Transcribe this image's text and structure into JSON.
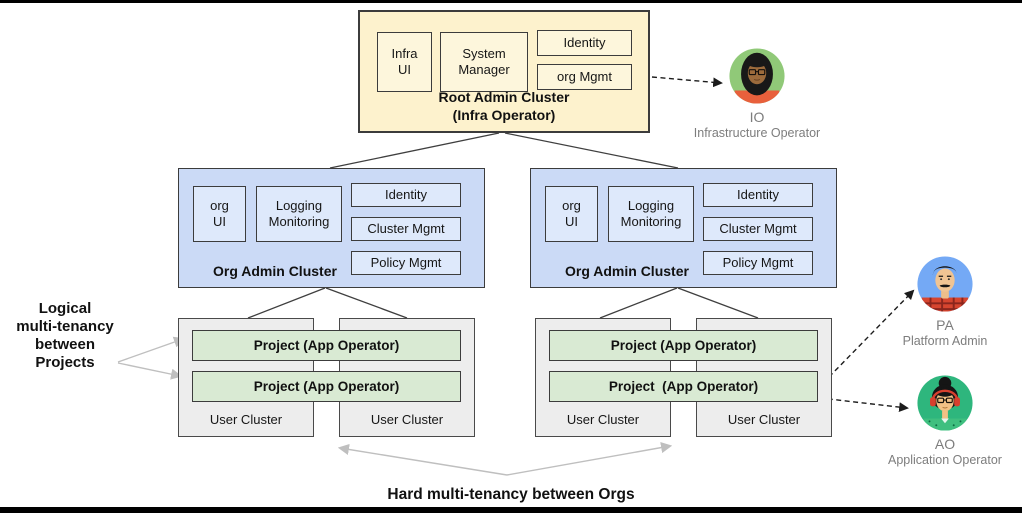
{
  "root_cluster": {
    "title": "Root Admin Cluster\n(Infra Operator)",
    "components": {
      "infra_ui": "Infra\nUI",
      "system_manager": "System\nManager",
      "identity": "Identity",
      "org_mgmt": "org Mgmt"
    }
  },
  "org_clusters": {
    "title": "Org Admin Cluster",
    "components": {
      "org_ui": "org\nUI",
      "logging_monitoring": "Logging\nMonitoring",
      "identity": "Identity",
      "cluster_mgmt": "Cluster Mgmt",
      "policy_mgmt": "Policy Mgmt"
    }
  },
  "user_clusters": {
    "label": "User Cluster",
    "project_label": "Project (App Operator)",
    "project_label_alt": "Project  (App Operator)"
  },
  "annotations": {
    "left_label": "Logical\nmulti-tenancy\nbetween\nProjects",
    "bottom_label": "Hard multi-tenancy between Orgs"
  },
  "personas": {
    "io": {
      "abbr": "IO",
      "role": "Infrastructure Operator",
      "circle_color": "#90c978"
    },
    "pa": {
      "abbr": "PA",
      "role": "Platform Admin",
      "circle_color": "#74a9f5"
    },
    "ao": {
      "abbr": "AO",
      "role": "Application Operator",
      "circle_color": "#2eb67d"
    }
  },
  "colors": {
    "root_fill": "#fdf2cd",
    "root_inner_fill": "#fdf6dc",
    "org_fill": "#cbdaf6",
    "org_inner_fill": "#dee9fb",
    "user_fill": "#ededed",
    "project_fill": "#d9ead3",
    "border": "#3c3c3c",
    "gray_arrow": "#bfbfbf",
    "dark_line": "#3f3f3f",
    "dashed_arrow": "#1c1c1c",
    "persona_text": "#7d7d7d"
  }
}
